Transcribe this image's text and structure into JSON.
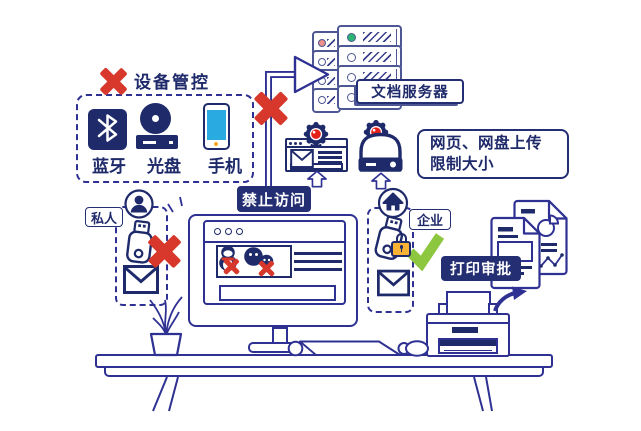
{
  "title": {
    "device_control": "设备管控"
  },
  "device_box": {
    "items": [
      {
        "name": "bluetooth",
        "label": "蓝牙"
      },
      {
        "name": "disc",
        "label": "光盘"
      },
      {
        "name": "phone",
        "label": "手机"
      }
    ]
  },
  "server": {
    "label": "文档服务器"
  },
  "upload_box": {
    "line1": "网页、网盘上传",
    "line2": "限制大小"
  },
  "badges": {
    "forbid_access": "禁止访问",
    "print_approval": "打印审批"
  },
  "usb_groups": {
    "private": "私人",
    "enterprise": "企业"
  },
  "colors": {
    "navy": "#1F2A6B",
    "outline_blue": "#2E3192",
    "server_outline": "#4D5794",
    "red": "#D8382B",
    "alert_red": "#E52018",
    "green_check": "#8DC63F",
    "green_led": "#2BB573",
    "pink_led": "#E89089",
    "cyan": "#29ABE2",
    "yellow": "#F9B233"
  },
  "icons": {
    "bluetooth-icon": "bluetooth rune",
    "disc-icon": "optical disc drive",
    "phone-icon": "smartphone",
    "person-icon": "user in circle",
    "home-icon": "house in circle",
    "usb-icon": "usb flash drive",
    "envelope-icon": "mail envelope",
    "lock-icon": "padlock",
    "alarm-icon": "red alert beacon",
    "qq-icon": "QQ penguin",
    "wechat-icon": "WeChat bubbles",
    "x-icon": "red cross",
    "check-icon": "green checkmark",
    "server-icon": "server rack",
    "printer-icon": "printer",
    "monitor-icon": "desktop monitor",
    "plant-icon": "potted plant",
    "document-icon": "report documents",
    "arrow-icon": "flow arrow"
  }
}
